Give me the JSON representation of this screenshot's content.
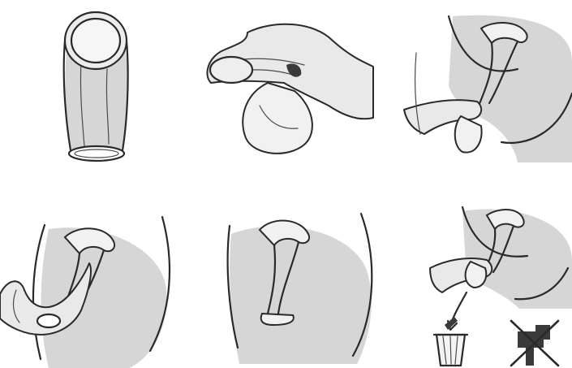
{
  "figure": {
    "panels": [
      {
        "id": "step-1",
        "depicts": "female-condom"
      },
      {
        "id": "step-2",
        "depicts": "squeezing-inner-ring"
      },
      {
        "id": "step-3",
        "depicts": "inserting-condom"
      },
      {
        "id": "step-4",
        "depicts": "pushing-condom-in-with-finger"
      },
      {
        "id": "step-5",
        "depicts": "condom-in-place"
      },
      {
        "id": "step-6",
        "depicts": "removing-and-disposing"
      }
    ],
    "icons": [
      "trash-bin-icon",
      "no-flush-toilet-icon"
    ],
    "colors": {
      "ink": "#2a2a2a",
      "shade": "#d6d6d6",
      "background": "#ffffff"
    }
  }
}
